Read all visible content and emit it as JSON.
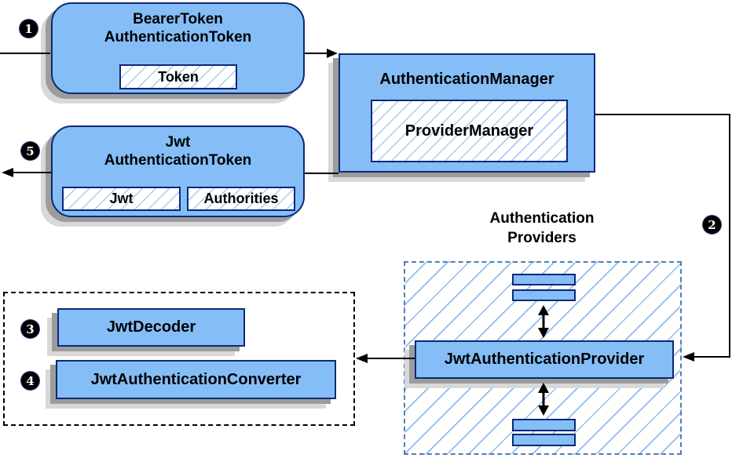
{
  "nodes": {
    "bearer_token": {
      "line1": "BearerToken",
      "line2": "AuthenticationToken",
      "chip": "Token"
    },
    "jwt_token": {
      "line1": "Jwt",
      "line2": "AuthenticationToken",
      "chip_left": "Jwt",
      "chip_right": "Authorities"
    },
    "auth_manager": {
      "title": "AuthenticationManager",
      "inner": "ProviderManager"
    },
    "providers_group": {
      "line1": "Authentication",
      "line2": "Providers"
    },
    "jwt_provider": {
      "label": "JwtAuthenticationProvider"
    },
    "jwt_decoder": {
      "label": "JwtDecoder"
    },
    "jwt_converter": {
      "label": "JwtAuthenticationConverter"
    }
  },
  "badges": {
    "step1": "1",
    "step2": "2",
    "step3": "3",
    "step4": "4",
    "step5": "5"
  },
  "colors": {
    "node_fill": "#85bef7",
    "node_border": "#0d2878",
    "hatch_line": "#a9cbf3",
    "providers_dash_border": "#4f7db8",
    "group_dash_border": "#000000",
    "shadow_dark": "#9c9c9c",
    "shadow_light": "#d8d8d8",
    "arrow": "#000000",
    "badge_bg": "#000000",
    "badge_text": "#ffffff"
  }
}
